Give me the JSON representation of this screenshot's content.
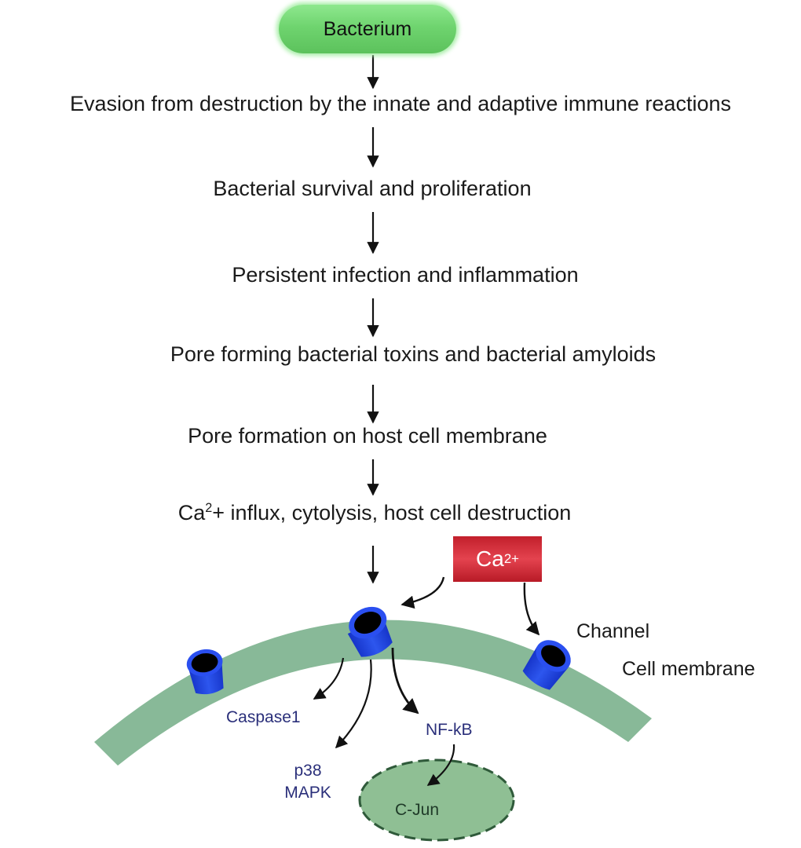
{
  "diagram": {
    "top_node": "Bacterium",
    "steps": [
      "Evasion from destruction by the innate and adaptive immune reactions",
      "Bacterial survival and proliferation",
      "Persistent infection and inflammation",
      "Pore forming bacterial toxins and bacterial amyloids",
      "Pore formation on host cell membrane"
    ],
    "ca_step": {
      "prefix": "Ca",
      "sup": "2",
      "suffix": "+ influx, cytolysis, host cell destruction"
    },
    "ca_box": {
      "base": "Ca",
      "sup": "2+"
    },
    "labels": {
      "channel": "Channel",
      "cell_membrane": "Cell membrane",
      "caspase": "Caspase1",
      "p38_line1": "p38",
      "p38_line2": "MAPK",
      "nfkb": "NF-kB",
      "cjun": "C-Jun"
    },
    "colors": {
      "bacterium_fill": "#6fd46f",
      "ca_box_fill": "#d6303c",
      "membrane": "#88b998",
      "channel": "#1f3fd6",
      "nucleus_fill": "#8fbf94",
      "signal_text": "#2a2f7a"
    }
  }
}
